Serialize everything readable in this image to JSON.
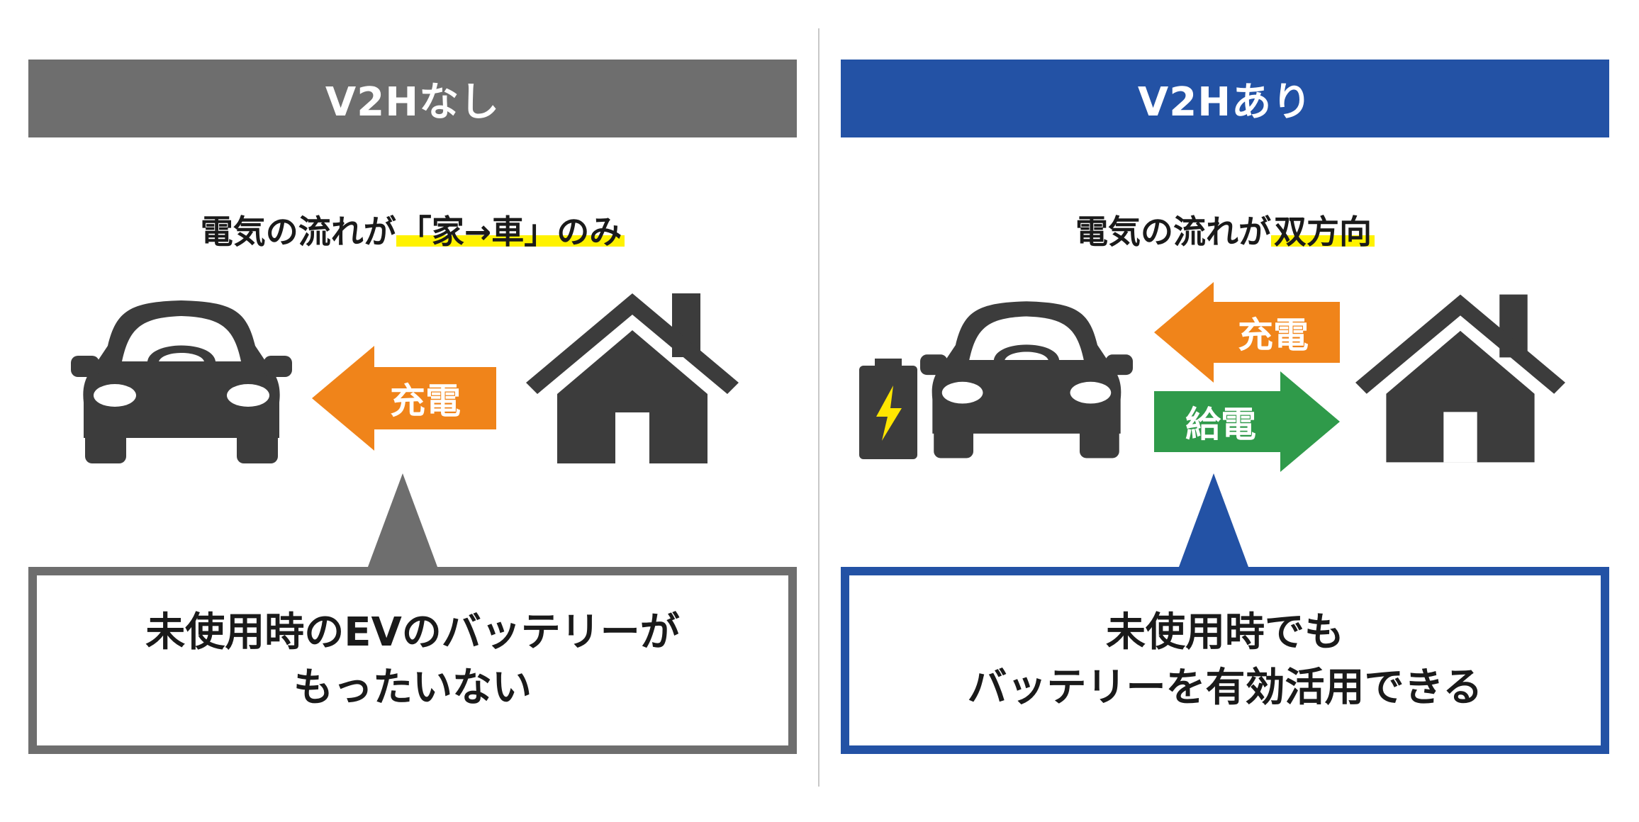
{
  "left": {
    "header": "V2Hなし",
    "subtitle_prefix": "電気の流れが",
    "subtitle_highlight": "「家→車」のみ",
    "arrow_charge_label": "充電",
    "callout_line1": "未使用時のEVのバッテリーが",
    "callout_line2": "もったいない"
  },
  "right": {
    "header": "V2Hあり",
    "subtitle_prefix": "電気の流れが",
    "subtitle_highlight": "双方向",
    "arrow_charge_label": "充電",
    "arrow_supply_label": "給電",
    "callout_line1": "未使用時でも",
    "callout_line2": "バッテリーを有効活用できる"
  },
  "colors": {
    "gray_accent": "#6e6e6e",
    "blue_accent": "#2352a5",
    "charge_orange": "#f0841a",
    "supply_green": "#2f9a4a",
    "icon_dark": "#3c3c3c",
    "highlight_yellow": "#fff200",
    "bolt_yellow": "#ffe600"
  },
  "icons": [
    "car-icon",
    "house-icon",
    "battery-icon",
    "lightning-icon"
  ]
}
